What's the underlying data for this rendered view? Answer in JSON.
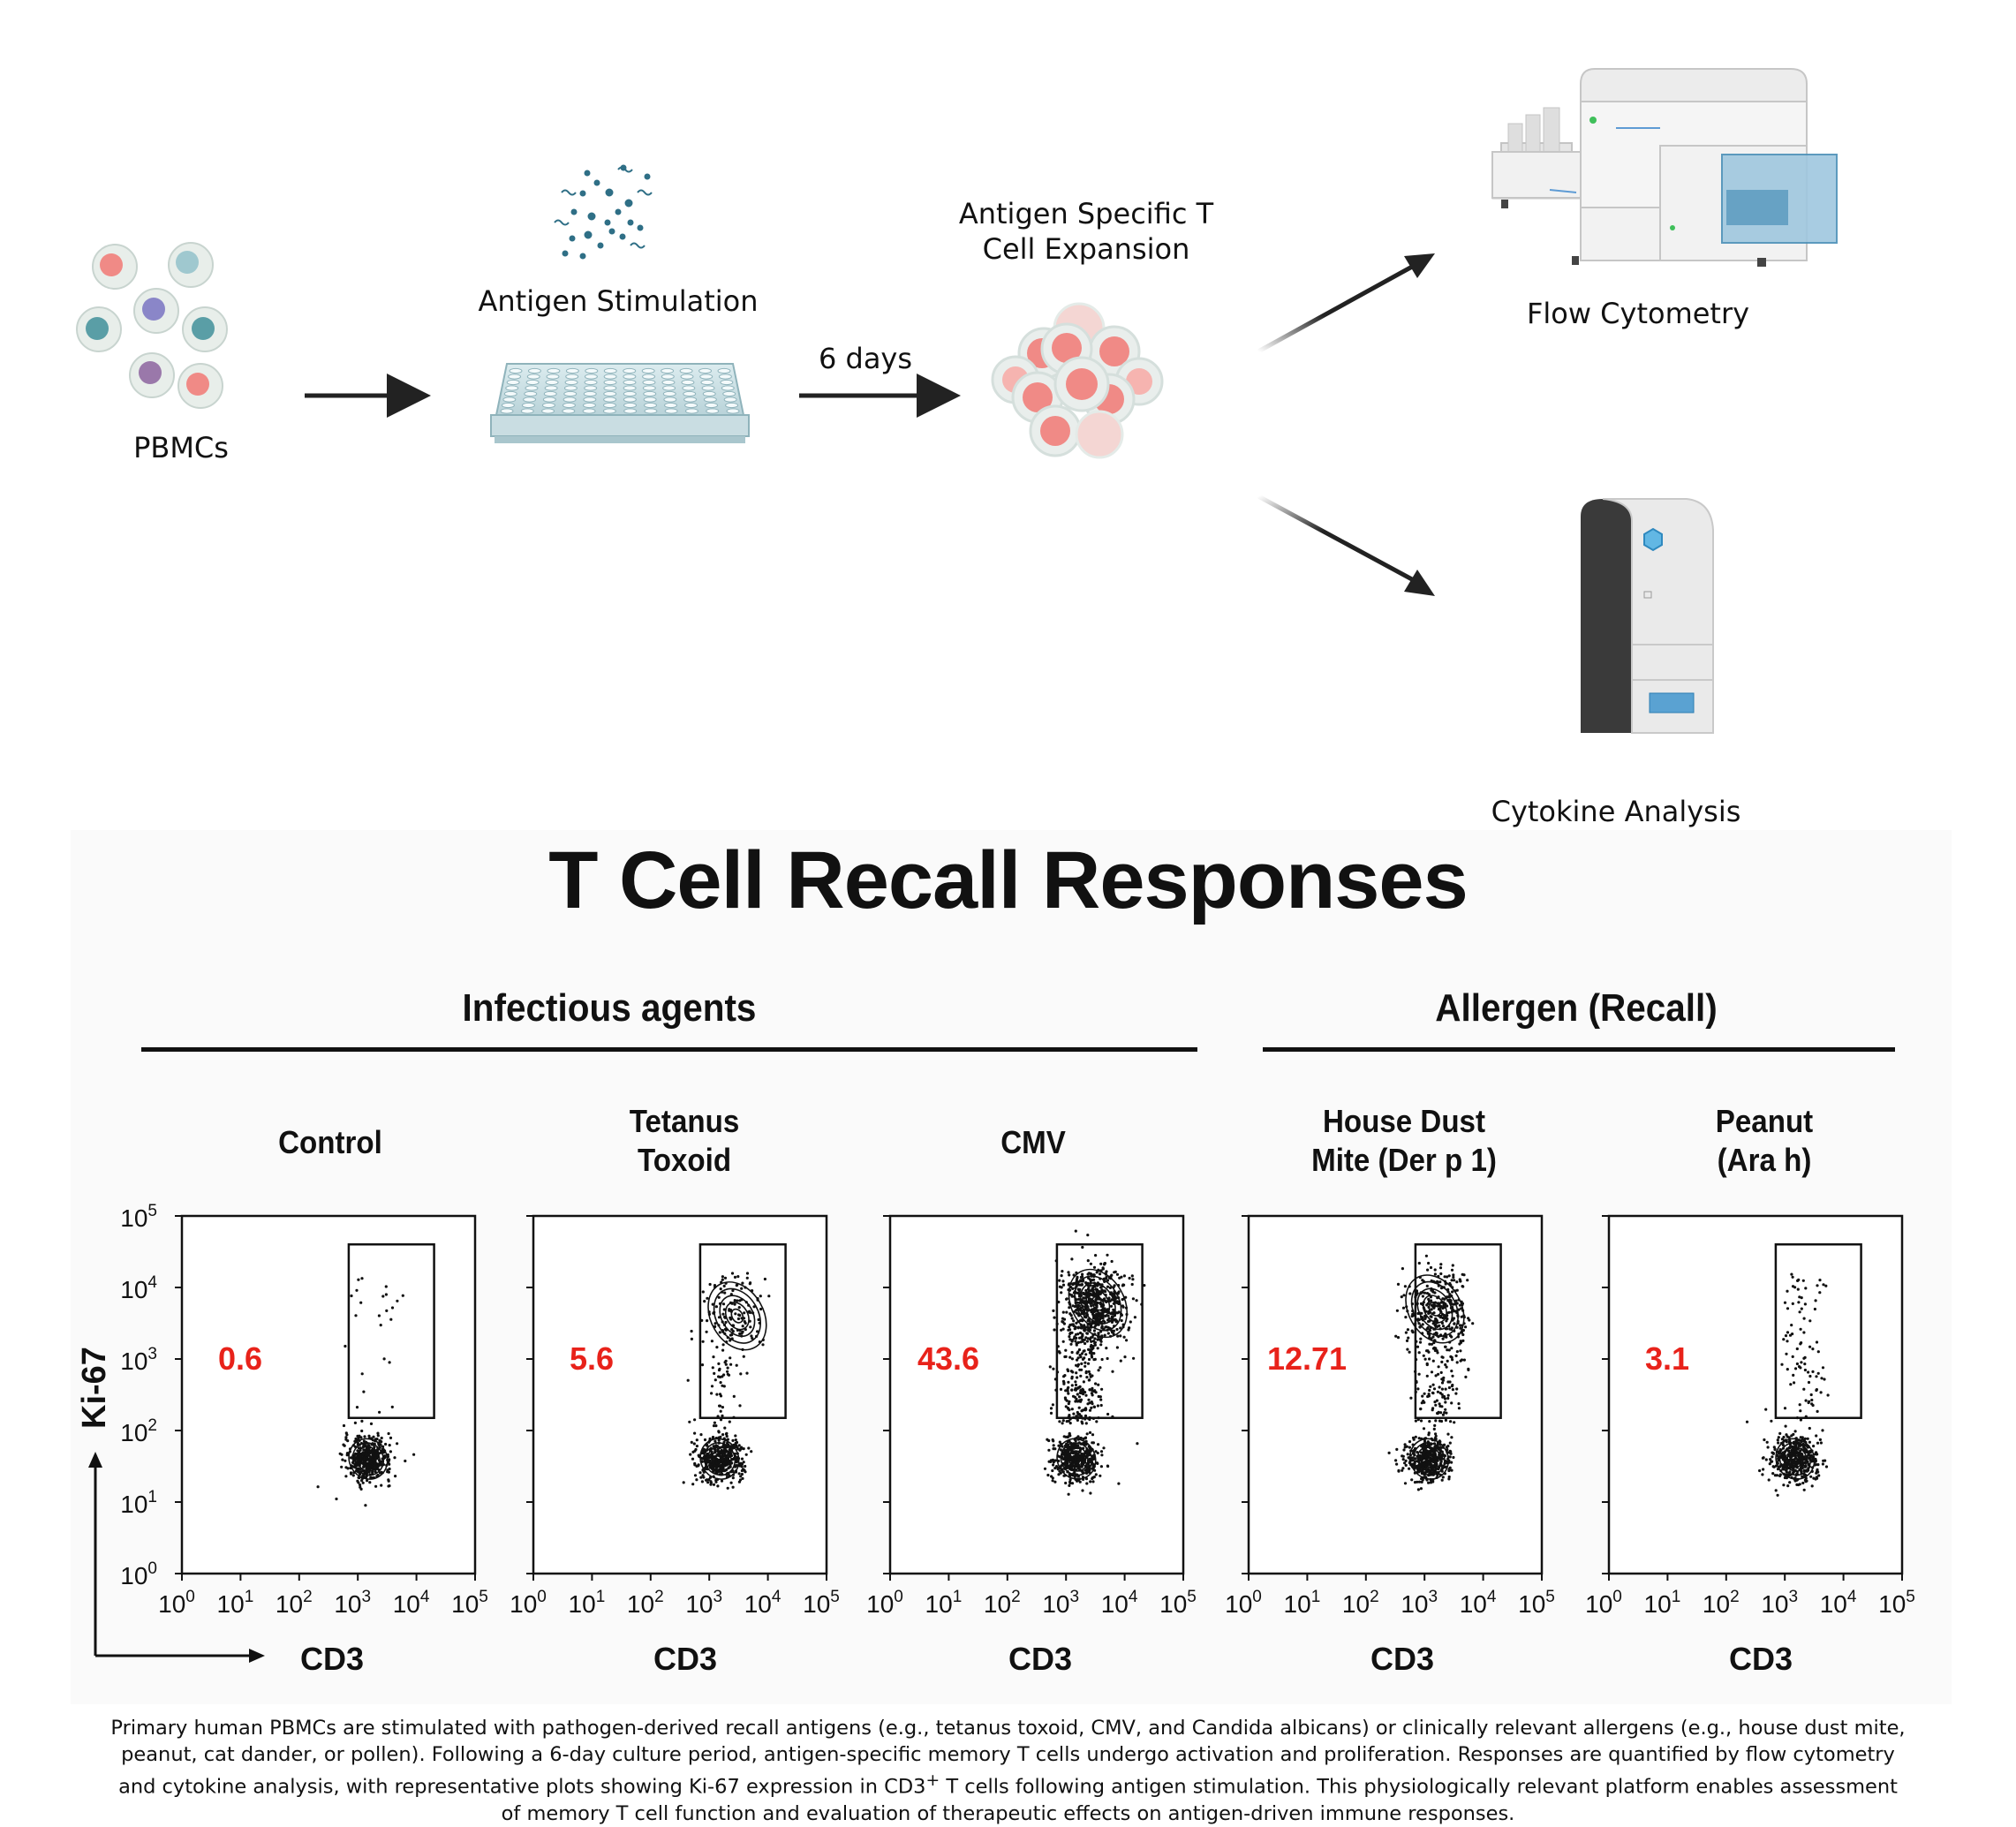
{
  "workflow": {
    "pbmcs_label": "PBMCs",
    "stimulation_label": "Antigen Stimulation",
    "duration_label": "6 days",
    "expansion_label_line1": "Antigen Specific T",
    "expansion_label_line2": "Cell Expansion",
    "flow_label": "Flow Cytometry",
    "cytokine_label": "Cytokine Analysis"
  },
  "figure": {
    "title": "T Cell Recall Responses",
    "group_infectious": "Infectious agents",
    "group_allergen": "Allergen (Recall)",
    "y_axis_label": "Ki-67",
    "x_axis_label": "CD3",
    "tick_base": "10",
    "tick_exponents": [
      "0",
      "1",
      "2",
      "3",
      "4",
      "5"
    ]
  },
  "chart_data": {
    "type": "scatter",
    "xlabel": "CD3",
    "ylabel": "Ki-67",
    "x_scale": "log",
    "y_scale": "log",
    "xlim": [
      1,
      100000
    ],
    "ylim": [
      1,
      100000
    ],
    "panels": [
      {
        "name_line1": "Control",
        "name_line2": "",
        "gate_percent": "0.6",
        "gate": {
          "x": [
            700,
            20000
          ],
          "y": [
            150,
            40000
          ]
        },
        "populations": [
          {
            "cx": 1500,
            "cy": 40,
            "density": "dense"
          }
        ],
        "upper_spread": "very sparse"
      },
      {
        "name_line1": "Tetanus",
        "name_line2": "Toxoid",
        "gate_percent": "5.6",
        "gate": {
          "x": [
            700,
            20000
          ],
          "y": [
            150,
            40000
          ]
        },
        "populations": [
          {
            "cx": 1500,
            "cy": 40,
            "density": "dense"
          },
          {
            "cx": 3000,
            "cy": 4000,
            "density": "sparse"
          }
        ],
        "upper_spread": "sparse"
      },
      {
        "name_line1": "CMV",
        "name_line2": "",
        "gate_percent": "43.6",
        "gate": {
          "x": [
            700,
            20000
          ],
          "y": [
            150,
            40000
          ]
        },
        "populations": [
          {
            "cx": 1500,
            "cy": 40,
            "density": "dense"
          },
          {
            "cx": 3500,
            "cy": 6000,
            "density": "dense"
          }
        ],
        "upper_spread": "dense"
      },
      {
        "name_line1": "House Dust",
        "name_line2": "Mite (Der p 1)",
        "gate_percent": "12.71",
        "gate": {
          "x": [
            700,
            20000
          ],
          "y": [
            150,
            40000
          ]
        },
        "populations": [
          {
            "cx": 1200,
            "cy": 40,
            "density": "dense"
          },
          {
            "cx": 1500,
            "cy": 5000,
            "density": "medium"
          }
        ],
        "upper_spread": "medium"
      },
      {
        "name_line1": "Peanut",
        "name_line2": "(Ara h)",
        "gate_percent": "3.1",
        "gate": {
          "x": [
            700,
            20000
          ],
          "y": [
            150,
            40000
          ]
        },
        "populations": [
          {
            "cx": 1500,
            "cy": 40,
            "density": "dense"
          }
        ],
        "upper_spread": "sparse"
      }
    ]
  },
  "caption": "Primary human PBMCs are stimulated with pathogen-derived recall antigens (e.g., tetanus toxoid, CMV, and Candida albicans) or clinically relevant allergens (e.g., house dust mite, peanut, cat dander, or pollen). Following a 6-day culture period, antigen-specific memory T cells undergo activation and proliferation. Responses are quantified by flow cytometry and cytokine analysis, with representative plots showing Ki-67 expression in CD3",
  "caption_sup": "+",
  "caption_end": " T cells following antigen stimulation. This physiologically relevant platform enables assessment of memory T cell function and evaluation of therapeutic effects on antigen-driven immune responses.",
  "colors": {
    "gate_value": "#e8221a",
    "cell_red": "#f08a86",
    "cell_teal": "#5a9ea6",
    "cell_blue": "#8a86c8",
    "cell_purple": "#9a78aa"
  }
}
